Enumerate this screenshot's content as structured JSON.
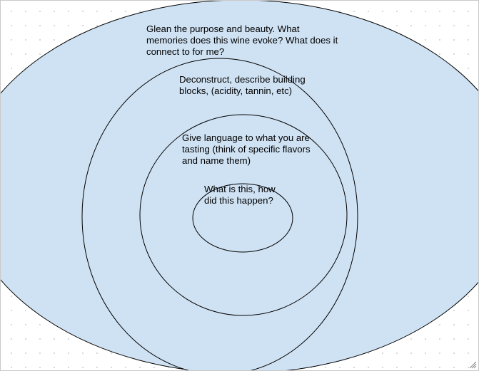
{
  "diagram": {
    "fill_color": "#cfe2f3",
    "stroke_color": "#000000",
    "rings": [
      {
        "id": "outer",
        "text": "Glean the purpose and beauty. What\nmemories does this wine evoke? What does it\nconnect to for me?"
      },
      {
        "id": "second",
        "text": "Deconstruct, describe building\nblocks, (acidity, tannin, etc)"
      },
      {
        "id": "third",
        "text": "Give language to what you are\ntasting (think of specific flavors\nand name them)"
      },
      {
        "id": "inner",
        "text": "What is this, how\ndid this happen?"
      }
    ]
  },
  "icons": {
    "resize_handle": "resize-grip-icon"
  }
}
